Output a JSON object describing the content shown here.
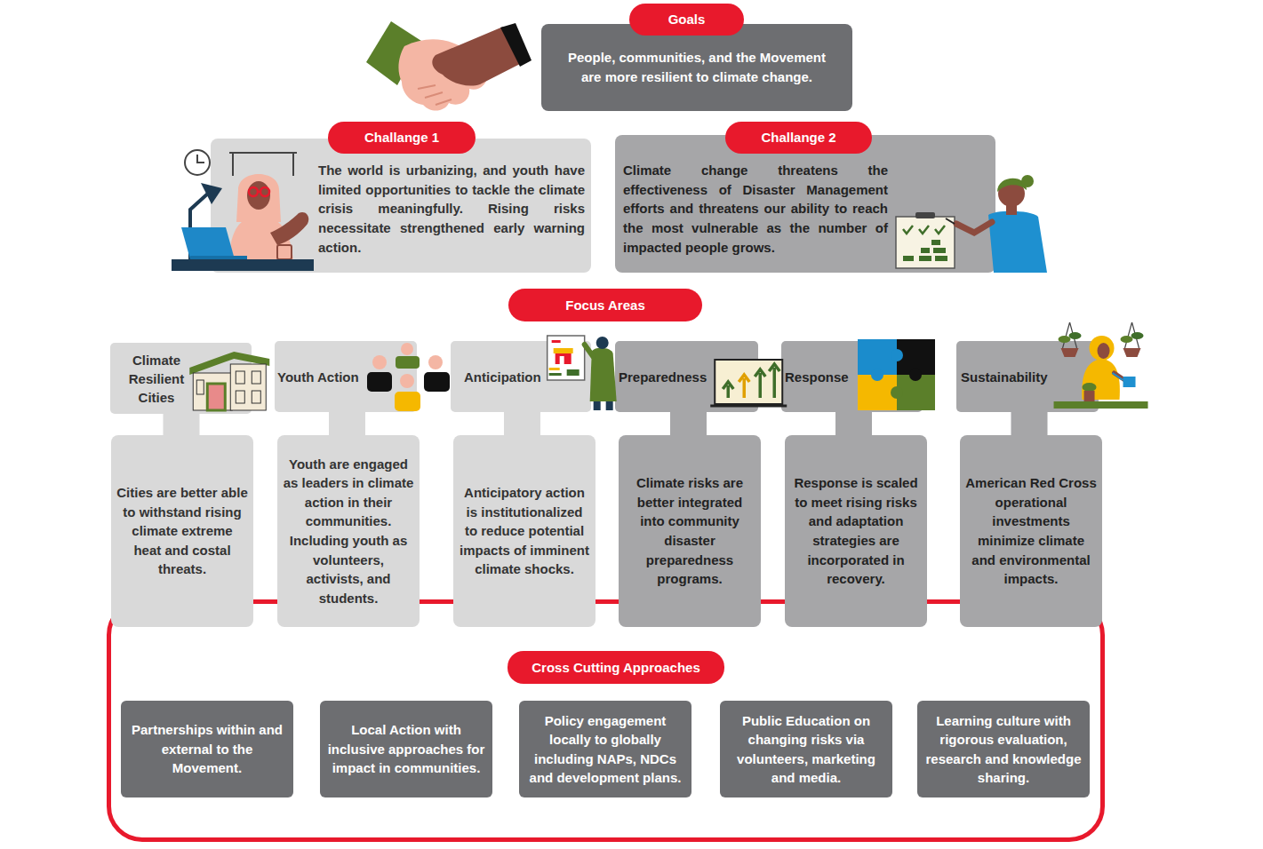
{
  "diagram": {
    "nodes": [
      {
        "text": [
          "Goals",
          "People, communities, and the Movement are more resilient to climate change."
        ]
      },
      {
        "text": [
          "Challange 1",
          "The world is urbanizing, and youth have limited opportunities to tackle the climate crisis meaningfully. Rising risks necessitate strengthened early warning action."
        ]
      },
      {
        "text": [
          "Challange 2",
          "Climate change threatens the effectiveness of Disaster Management efforts and threatens our ability to reach the most vulnerable as the number of impacted people grows."
        ]
      },
      {
        "text": [
          "Focus Areas"
        ]
      },
      {
        "text": [
          "Climate Resilient Cities"
        ]
      },
      {
        "text": [
          "Youth Action"
        ]
      },
      {
        "text": [
          "Anticipation"
        ]
      },
      {
        "text": [
          "Preparedness"
        ]
      },
      {
        "text": [
          "Response"
        ]
      },
      {
        "text": [
          "Sustainability"
        ]
      },
      {
        "text": [
          "Cities are better able to withstand rising climate extreme heat and costal threats."
        ]
      },
      {
        "text": [
          "Youth are engaged as leaders in climate action in their communities. Including youth as volunteers, activists, and students."
        ]
      },
      {
        "text": [
          "Anticipatory action is institutionalized to reduce potential impacts of imminent climate shocks."
        ]
      },
      {
        "text": [
          "Climate risks are better integrated into community disaster preparedness programs."
        ]
      },
      {
        "text": [
          "Response is scaled to meet rising risks and adaptation strategies are incorporated in recovery."
        ]
      },
      {
        "text": [
          "American Red Cross operational investments minimize climate and environmental impacts."
        ]
      },
      {
        "text": [
          "Cross Cutting Approaches"
        ]
      },
      {
        "text": [
          "Partnerships within and external to the Movement."
        ],
        "in": 16
      },
      {
        "text": [
          "Local Action with inclusive approaches for impact in communities."
        ],
        "in": 16
      },
      {
        "text": [
          "Policy engagement locally to globally including NAPs, NDCs and development plans."
        ],
        "in": 16
      },
      {
        "text": [
          "Public Education on changing risks via volunteers, marketing and media."
        ],
        "in": 16
      },
      {
        "text": [
          "Learning culture with rigorous evaluation, research and knowledge sharing."
        ],
        "in": 16
      }
    ],
    "edges": [
      {
        "from": 4,
        "to": 10,
        "arrow": "none"
      },
      {
        "from": 5,
        "to": 11,
        "arrow": "none"
      },
      {
        "from": 6,
        "to": 12,
        "arrow": "none"
      },
      {
        "from": 7,
        "to": 13,
        "arrow": "none"
      },
      {
        "from": 8,
        "to": 14,
        "arrow": "none"
      },
      {
        "from": 9,
        "to": 15,
        "arrow": "none"
      }
    ]
  }
}
